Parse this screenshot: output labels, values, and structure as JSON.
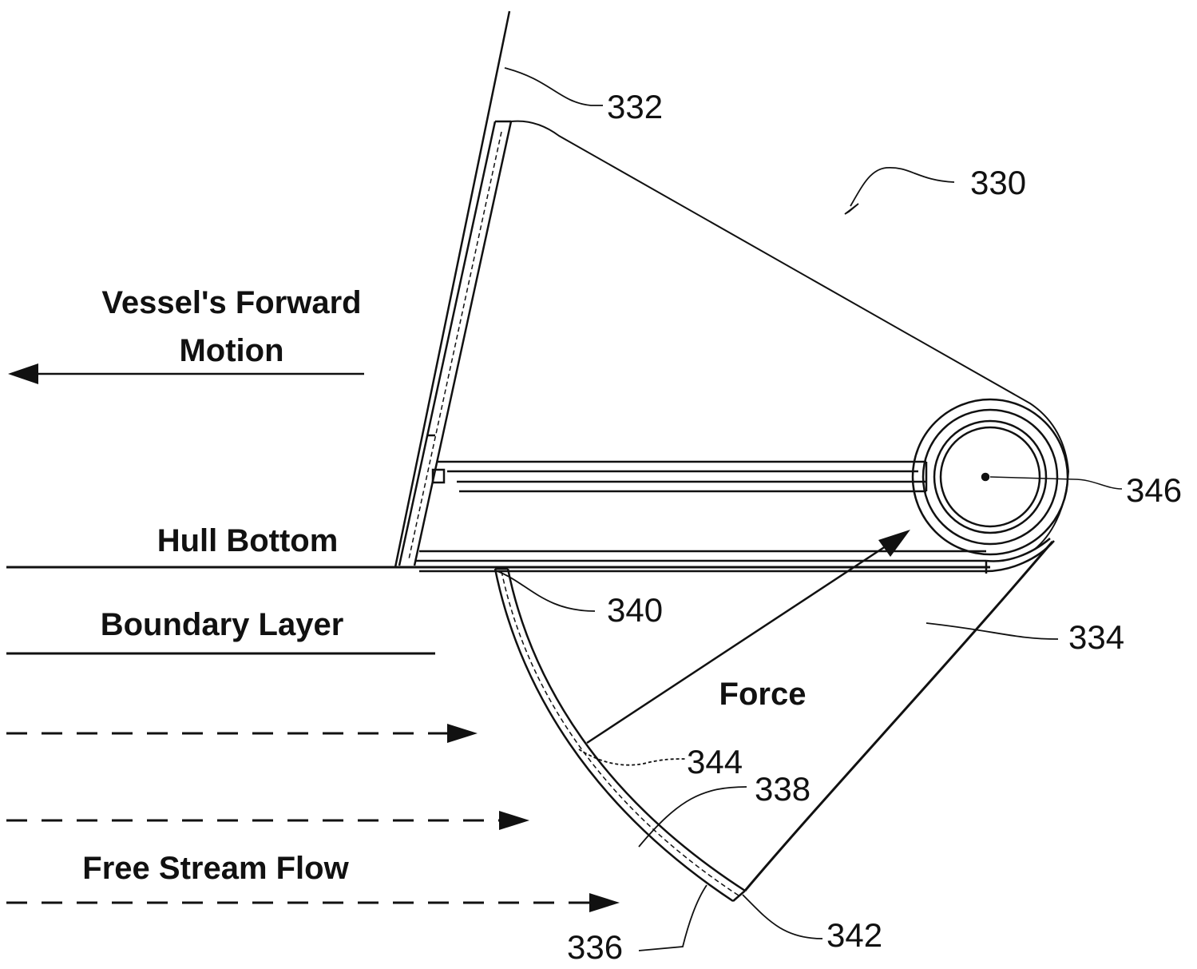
{
  "labels": {
    "forward_line1": "Vessel's Forward",
    "forward_line2": "Motion",
    "hull_bottom": "Hull Bottom",
    "boundary_layer": "Boundary Layer",
    "free_stream": "Free Stream Flow",
    "force": "Force"
  },
  "refs": {
    "r330": "330",
    "r332": "332",
    "r334": "334",
    "r336": "336",
    "r338": "338",
    "r340": "340",
    "r342": "342",
    "r344": "344",
    "r346": "346"
  },
  "colors": {
    "line": "#111111",
    "background": "#ffffff"
  }
}
